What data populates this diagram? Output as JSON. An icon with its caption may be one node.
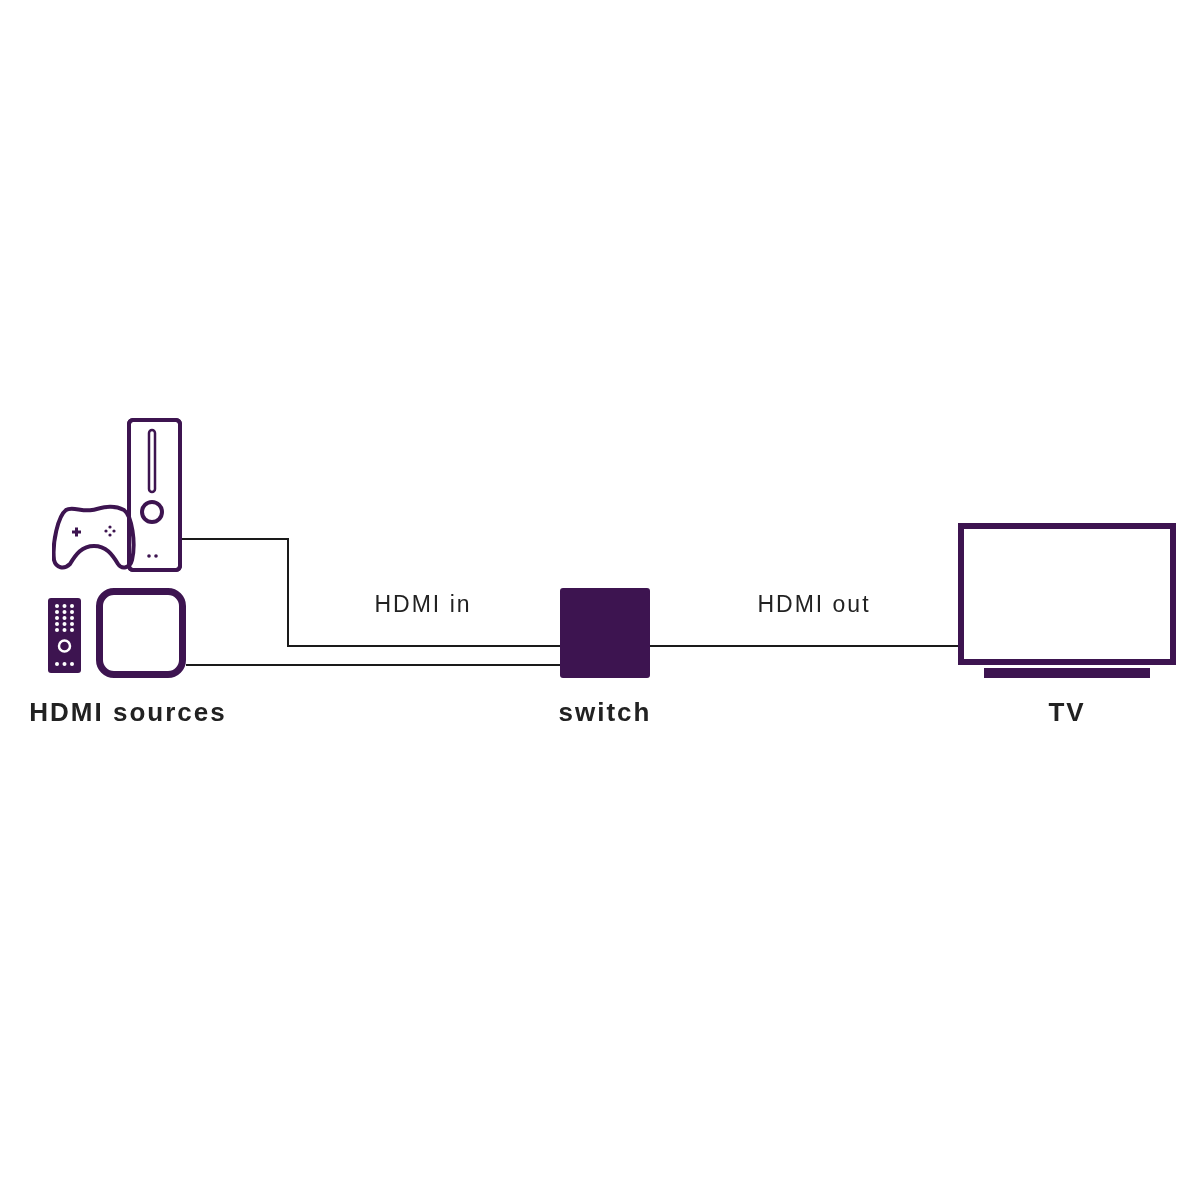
{
  "diagram": {
    "nodes": [
      {
        "text": [],
        "shape": "picture"
      },
      {
        "text": [],
        "shape": "box"
      },
      {
        "text": [],
        "shape": "box",
        "beside": [
          "switch"
        ]
      },
      {
        "text": [],
        "shape": "box",
        "beside": [
          "TV"
        ]
      }
    ],
    "edges": [
      {
        "from": 0,
        "to": 2,
        "arrow": "none",
        "label": "HDMI in"
      },
      {
        "from": 1,
        "to": 2,
        "arrow": "none"
      },
      {
        "from": 2,
        "to": 3,
        "arrow": "none",
        "label": "HDMI out"
      }
    ],
    "labels": [
      "HDMI sources"
    ]
  }
}
